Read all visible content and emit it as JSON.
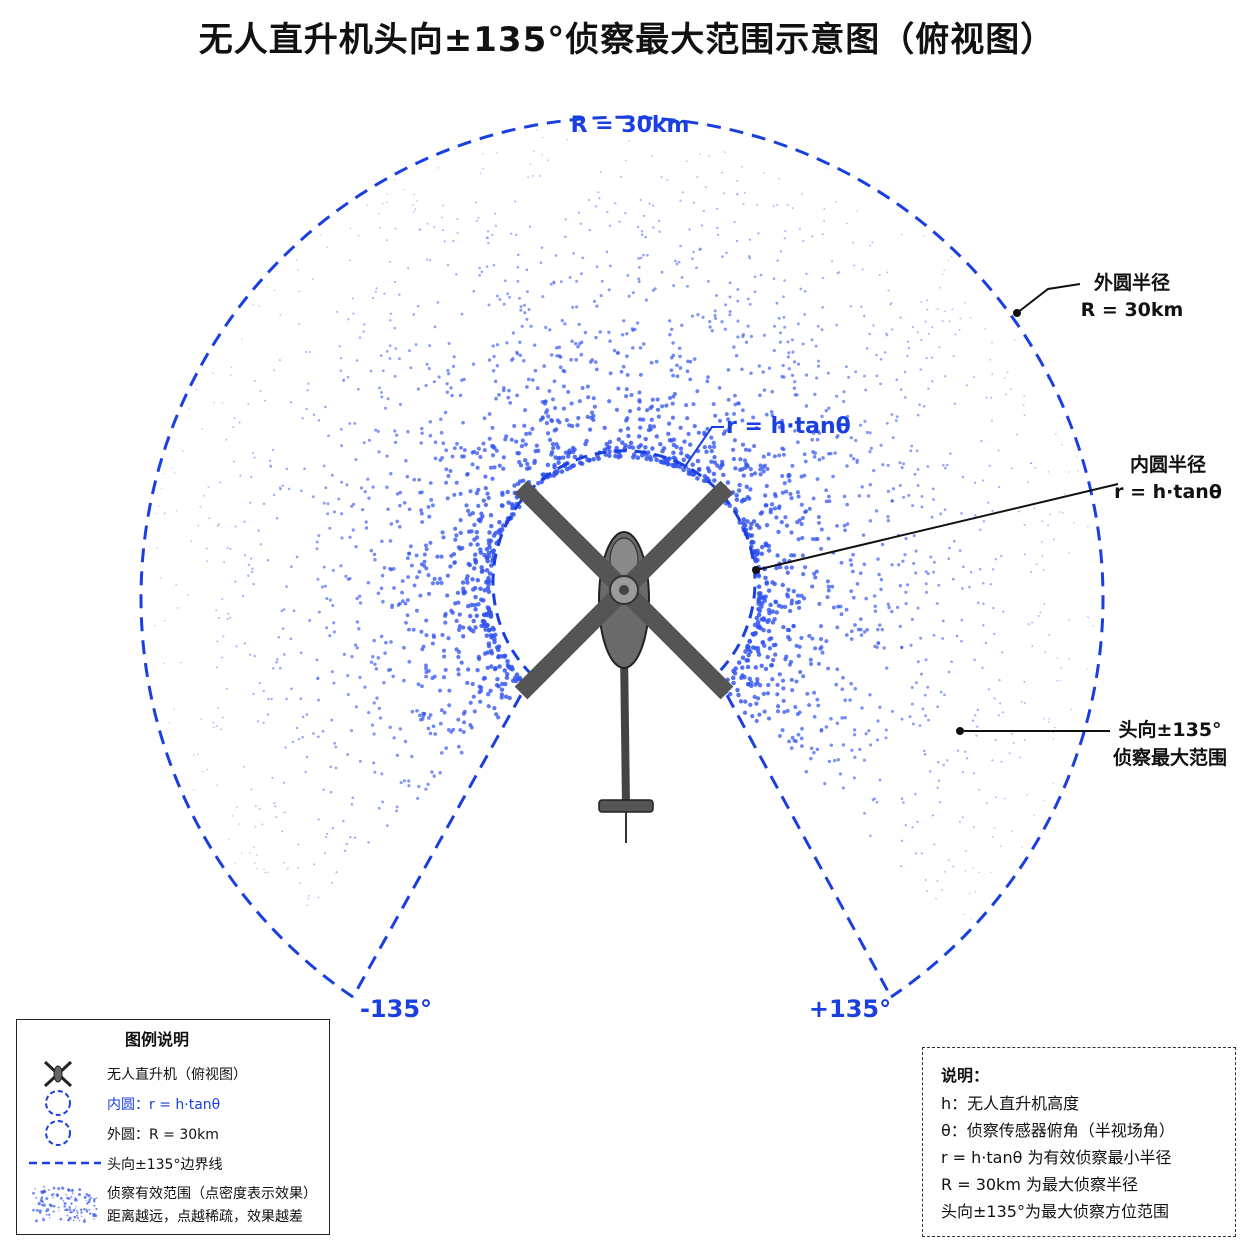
{
  "title": "无人直升机头向±135°侦察最大范围示意图（俯视图）",
  "colors": {
    "accent_blue": "#1a3fe0",
    "dot_blue": "#3355ee",
    "heli_gray": "#555555"
  },
  "labels": {
    "outer_top": "R = 30km",
    "inner_top": "r = h·tanθ",
    "angle_left": "-135°",
    "angle_right": "+135°",
    "callout_outer_1": "外圆半径",
    "callout_outer_2": "R = 30km",
    "callout_inner_1": "内圆半径",
    "callout_inner_2": "r = h·tanθ",
    "callout_range_1": "头向±135°",
    "callout_range_2": "侦察最大范围"
  },
  "legend": {
    "title": "图例说明",
    "items": [
      {
        "icon": "helicopter-icon",
        "text": "无人直升机（俯视图）"
      },
      {
        "icon": "inner-circle-icon",
        "text": "内圆：r = h·tanθ"
      },
      {
        "icon": "outer-circle-icon",
        "text": "外圆：R = 30km"
      },
      {
        "icon": "boundary-line-icon",
        "text": "头向±135°边界线"
      },
      {
        "icon": "dot-density-icon",
        "text": "侦察有效范围（点密度表示效果）"
      },
      {
        "icon": "",
        "text": "距离越远，点越稀疏，效果越差"
      }
    ]
  },
  "notes": {
    "title": "说明：",
    "lines": [
      "h：无人直升机高度",
      "θ：侦察传感器俯角（半视场角）",
      "r = h·tanθ 为有效侦察最小半径",
      "R = 30km 为最大侦察半径",
      "头向±135°为最大侦察方位范围"
    ]
  }
}
